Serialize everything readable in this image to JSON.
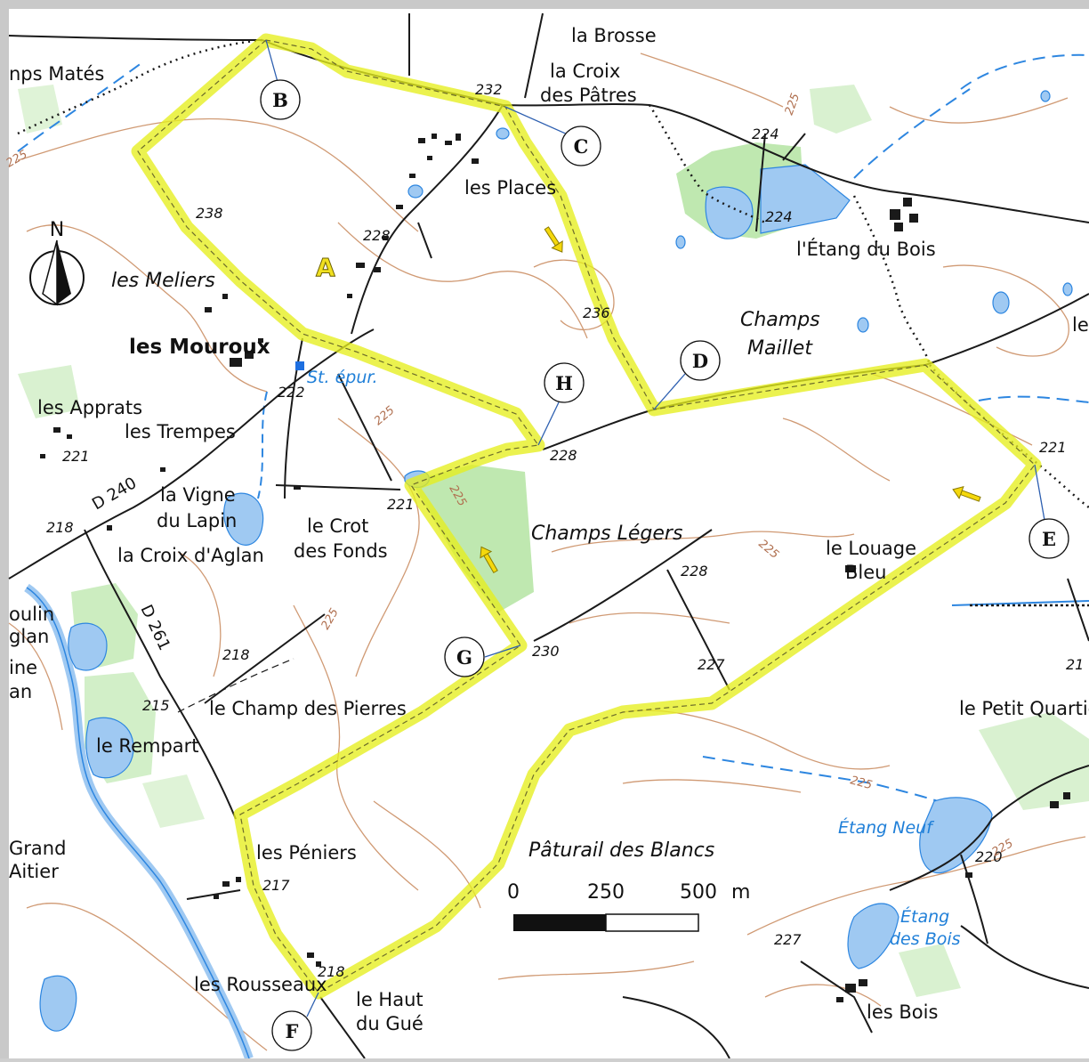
{
  "waypoints": [
    "A",
    "B",
    "C",
    "D",
    "E",
    "F",
    "G",
    "H"
  ],
  "north_label": "N",
  "places": {
    "brosse": "la Brosse",
    "croix1": "la Croix",
    "croix2": "des Pâtres",
    "places": "les Places",
    "etang_bois": "l'Étang du Bois",
    "matés": "nps Matés",
    "meliers": "les Meliers",
    "mouroux": "les Mouroux",
    "apprats": "les Apprats",
    "trempes": "les Trempes",
    "vigne1": "la Vigne",
    "vigne2": "du Lapin",
    "croix_aglan": "la Croix d'Aglan",
    "crot1": "le Crot",
    "crot2": "des Fonds",
    "moulin1": "oulin",
    "moulin2": "glan",
    "rempart": "le Rempart",
    "champ_pierres": "le Champ des Pierres",
    "ine1": "ine",
    "ine2": "an",
    "grand1": "Grand",
    "grand2": "Aitier",
    "peniers": "les Péniers",
    "rousseaux": "les Rousseaux",
    "haut1": "le Haut",
    "haut2": "du Gué",
    "louage1": "le Louage",
    "louage2": "Bleu",
    "petit_quartier": "le Petit Quartier",
    "les_bois": "les Bois",
    "le_edge": "le"
  },
  "areas": {
    "champs_maillet1": "Champs",
    "champs_maillet2": "Maillet",
    "champs_legers": "Champs Légers",
    "paturail": "Pâturail des Blancs"
  },
  "water_labels": {
    "st_epur": "St. épur.",
    "etang_neuf": "Étang Neuf",
    "etang_bois1": "Étang",
    "etang_bois2": "des Bois"
  },
  "roads": {
    "d240": "D 240",
    "d261": "D 261"
  },
  "elevations": {
    "e232": "232",
    "e224a": "224",
    "e224b": "224",
    "e238": "238",
    "e228a": "228",
    "e236": "236",
    "e222": "222",
    "e228b": "228",
    "e221a": "221",
    "e221b": "221",
    "e228c": "228",
    "e218a": "218",
    "e218b": "218",
    "e215": "215",
    "e230": "230",
    "e227a": "227",
    "e217": "217",
    "e218c": "218",
    "e220": "220",
    "e227b": "227",
    "e21x": "21"
  },
  "contour_labels": [
    "225",
    "225",
    "225",
    "225",
    "225",
    "225",
    "225",
    "225"
  ],
  "scale": {
    "t0": "0",
    "t250": "250",
    "t500": "500",
    "unit": "m"
  },
  "colors": {
    "route_highlight": "#e6ee1e",
    "water": "#9fc9f2",
    "stream": "#2d86e0",
    "forest": "#b8e6a8",
    "contour": "#c9895f",
    "road": "#111111",
    "arrow": "#f5d80c"
  }
}
